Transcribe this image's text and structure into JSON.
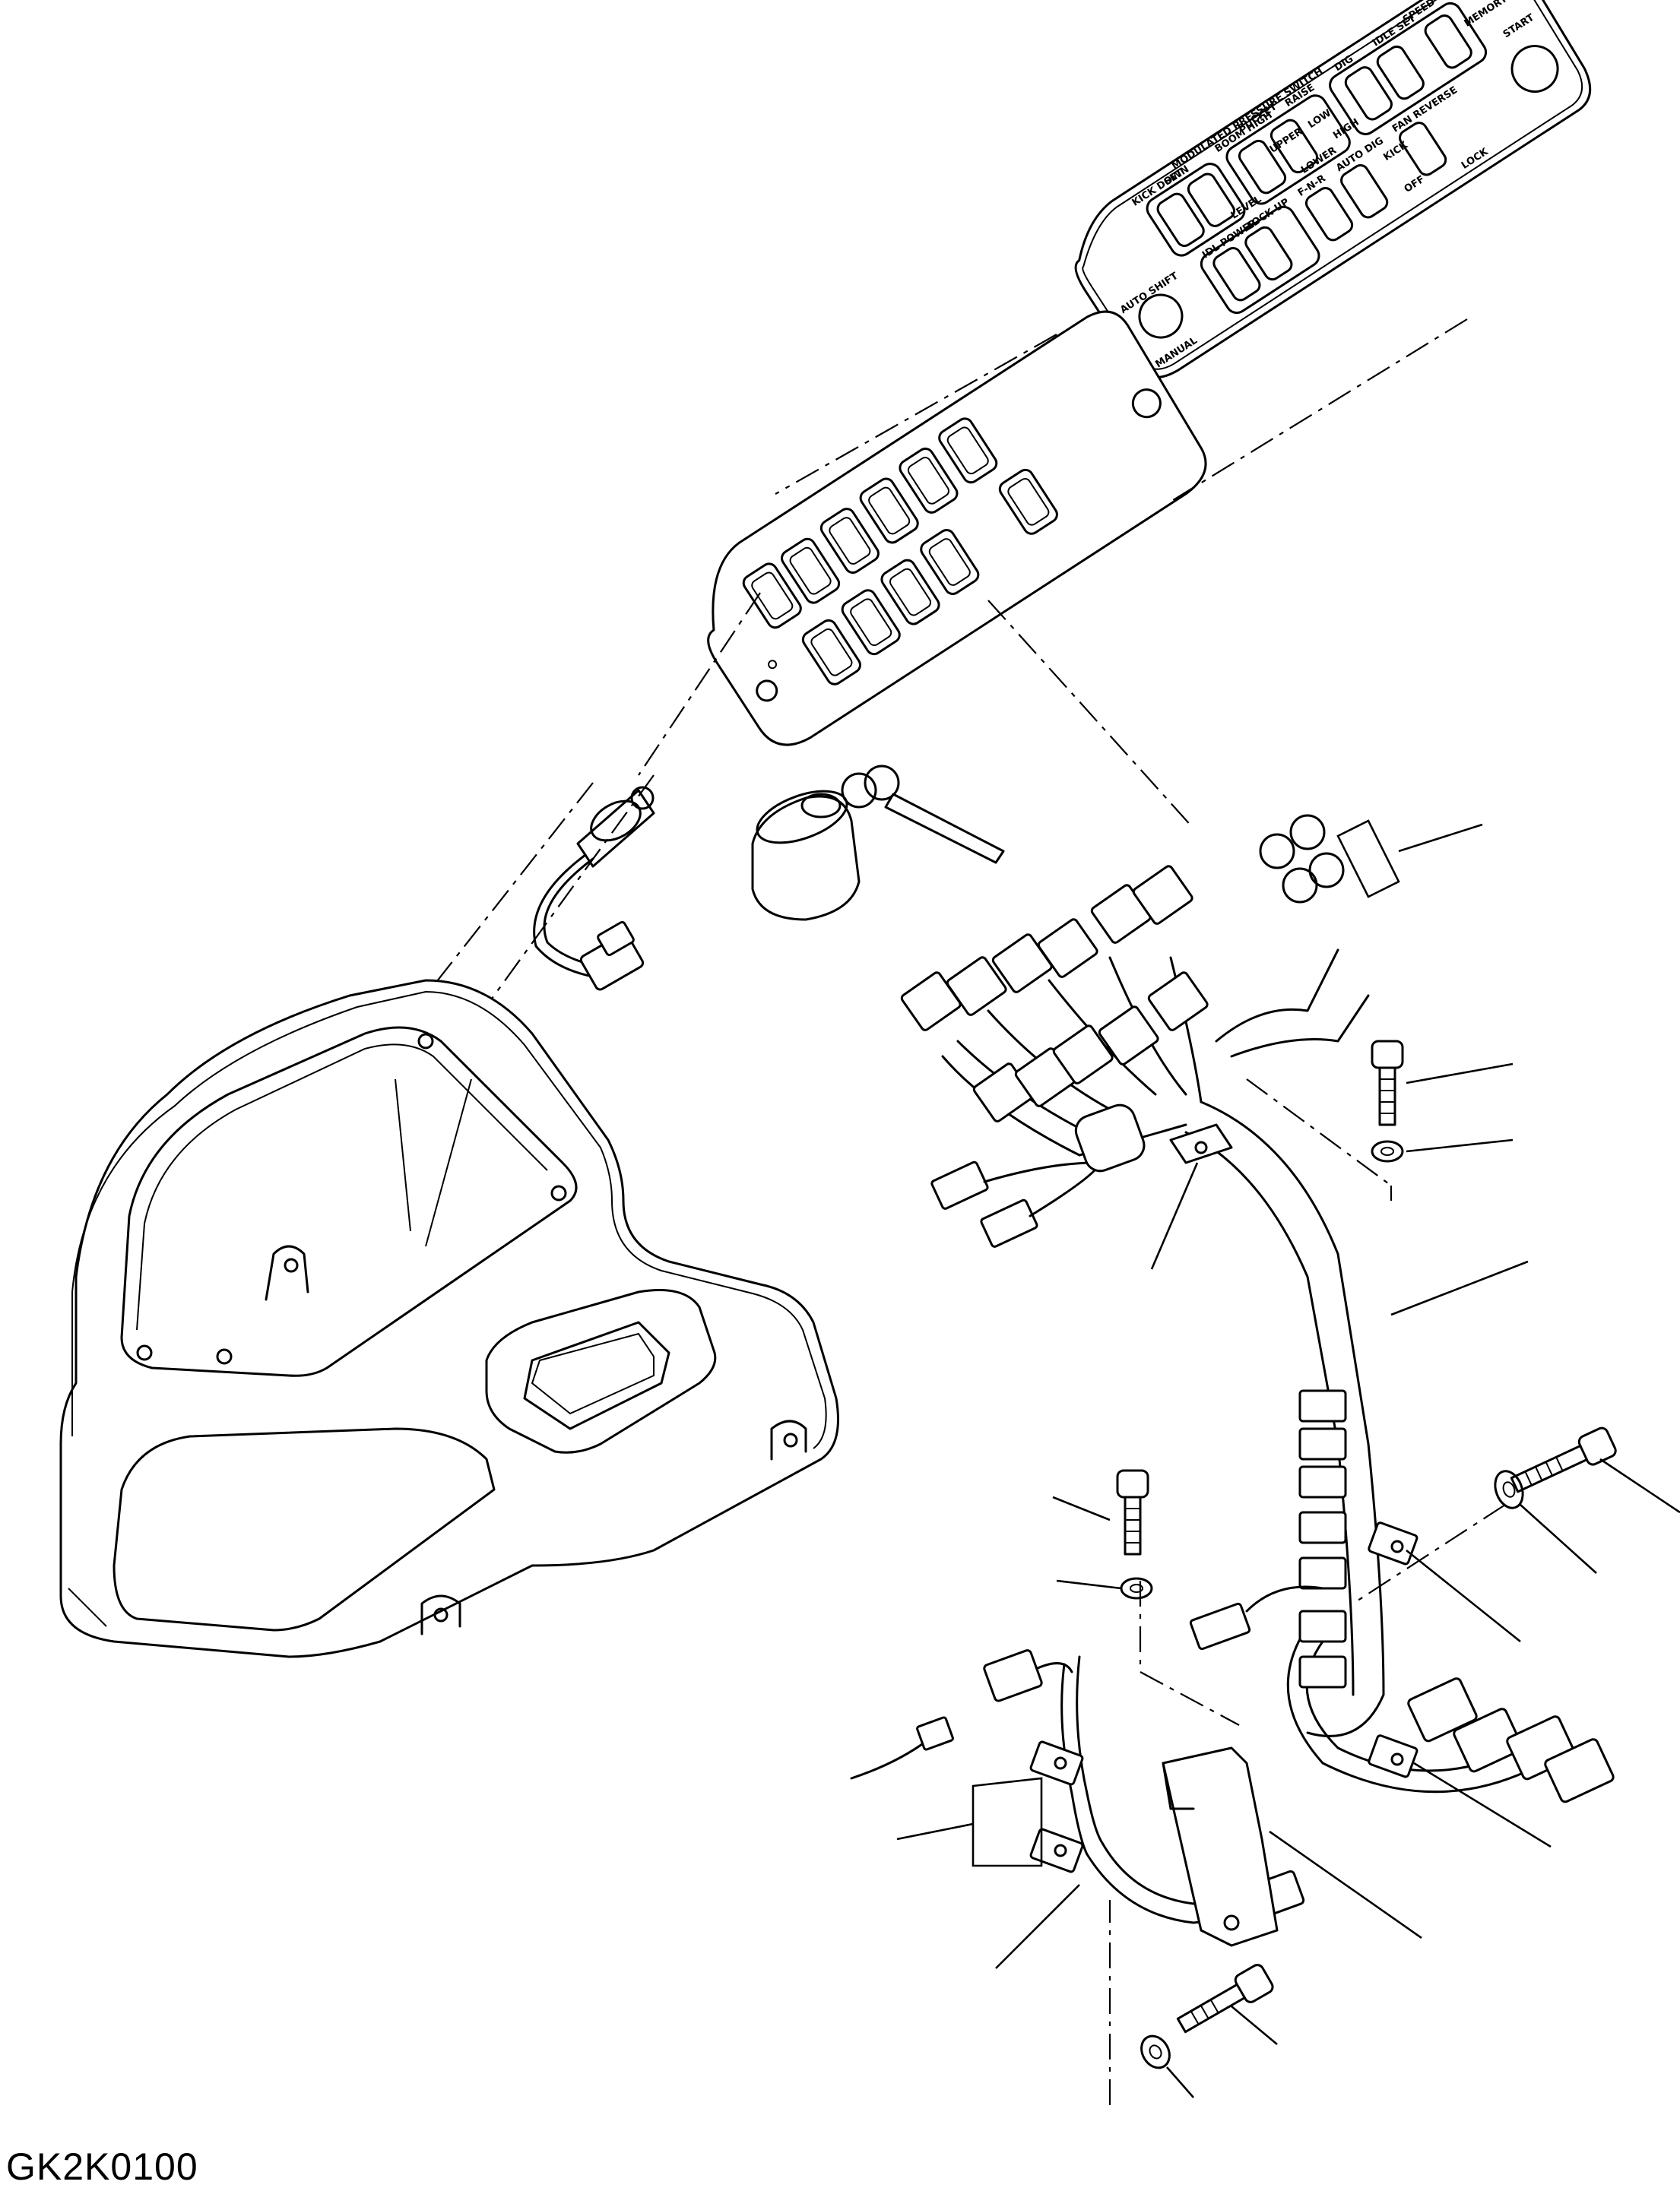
{
  "drawing": {
    "code": "GK2K0100"
  },
  "switch_panel_labels": [
    "AUTO SHIFT",
    "MANUAL",
    "IDL POWER",
    "LOCK UP",
    "F-N-R",
    "AUTO DIG",
    "KICK",
    "OFF",
    "FAN REVERSE",
    "LOCK",
    "KICK DOWN",
    "LEVEL",
    "BOOM HIGH",
    "LOWER",
    "RAISE",
    "UPPER",
    "BUCKET",
    "LOW",
    "HIGH",
    "SET",
    "MODULATED PRESSURE SWITCH",
    "SPEED",
    "DIG",
    "IDLE SET",
    "MEMORY",
    "START"
  ]
}
